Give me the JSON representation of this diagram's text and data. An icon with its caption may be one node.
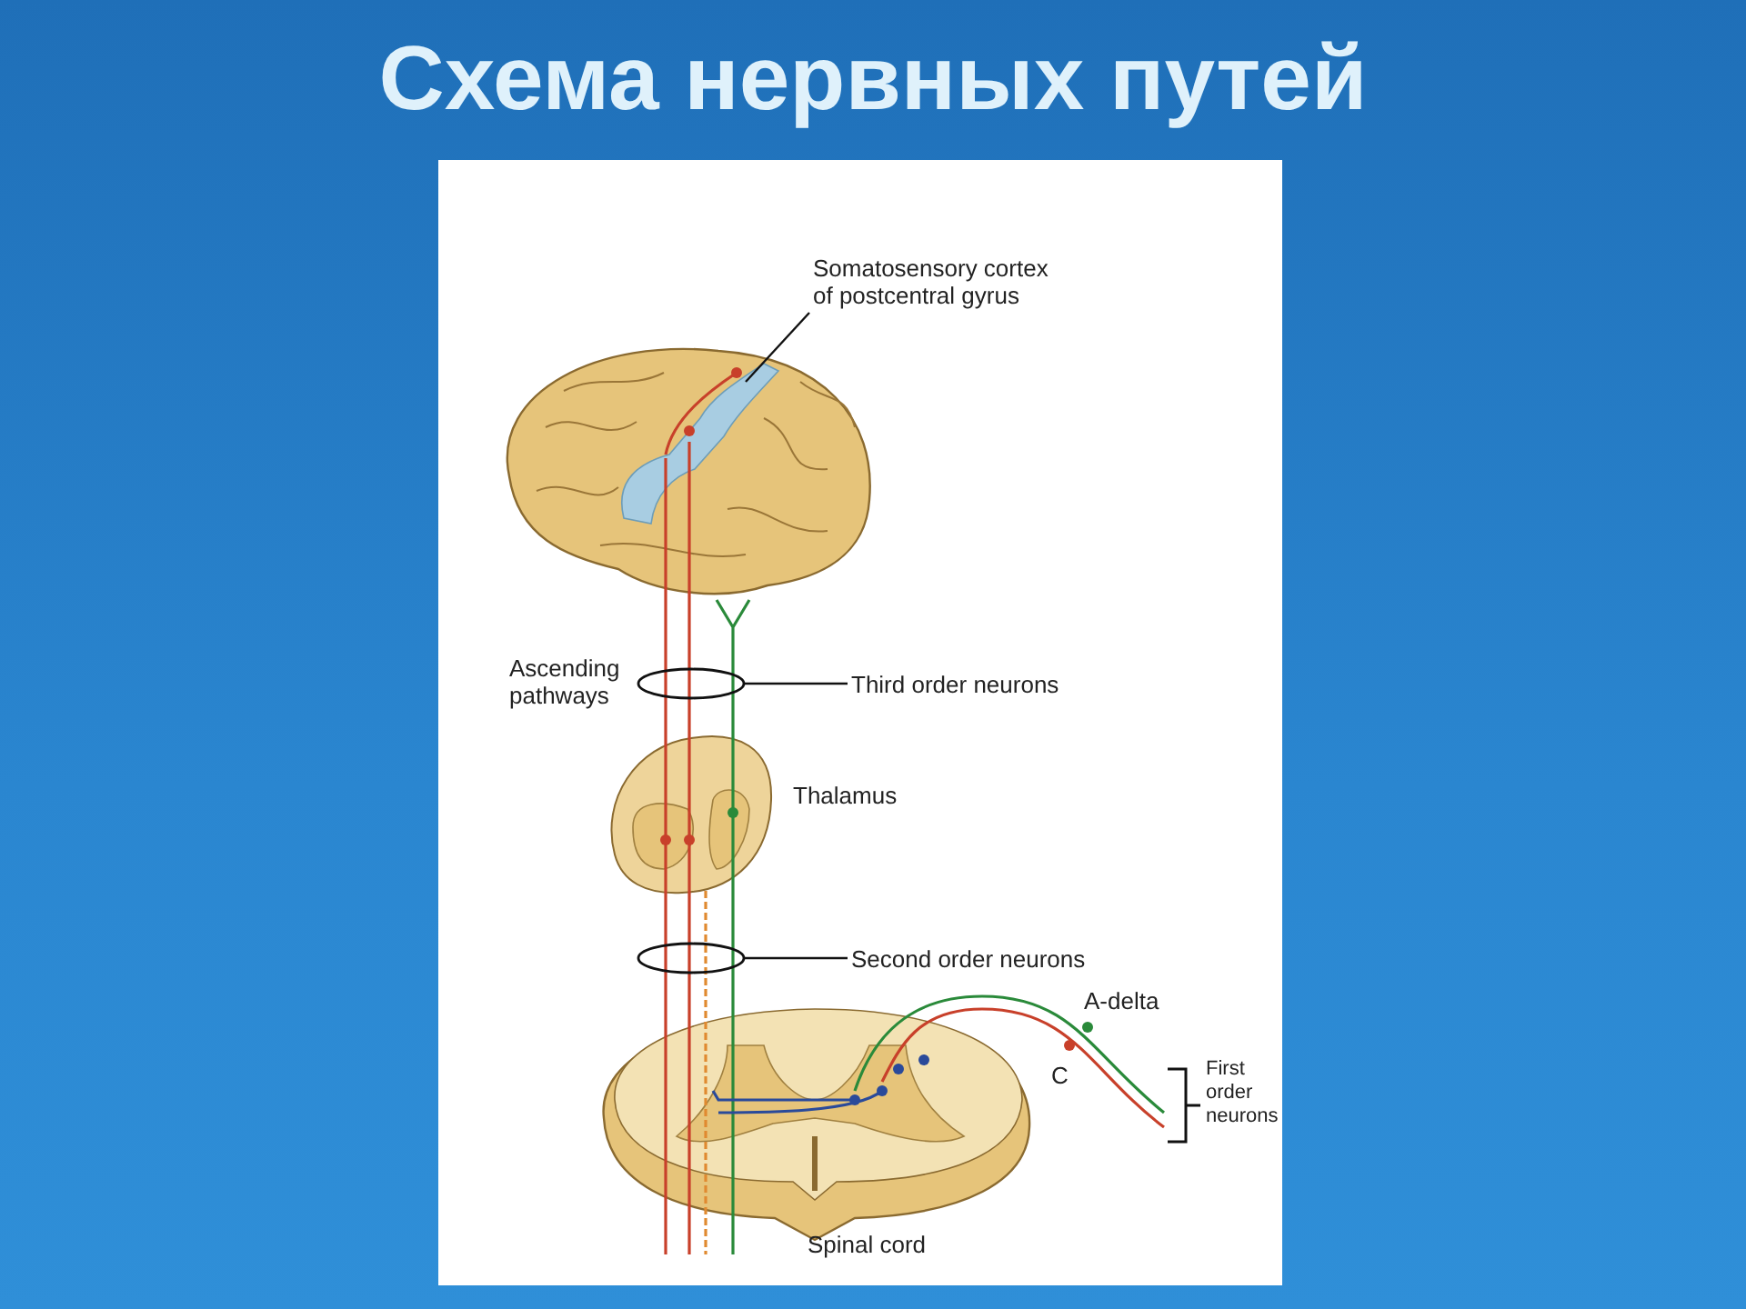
{
  "diagram": {
    "title": "Схема нервных путей",
    "nodes": [
      {
        "text": [
          "Somatosensory cortex of postcentral gyrus"
        ]
      },
      {
        "text": [
          "Third order neurons"
        ]
      },
      {
        "text": [],
        "shape": "ellipse"
      },
      {
        "text": [
          "Second order neurons"
        ]
      },
      {
        "text": [],
        "shape": "ellipse"
      }
    ],
    "edges": [
      {
        "from": 0,
        "to": null,
        "arrow": "none"
      },
      {
        "from": 1,
        "to": 2,
        "arrow": "none"
      },
      {
        "from": 3,
        "to": 4,
        "arrow": "none"
      }
    ],
    "labels": [
      "Ascending pathways",
      "Thalamus",
      "A-delta",
      "C",
      "First order neurons",
      "Spinal cord"
    ]
  }
}
